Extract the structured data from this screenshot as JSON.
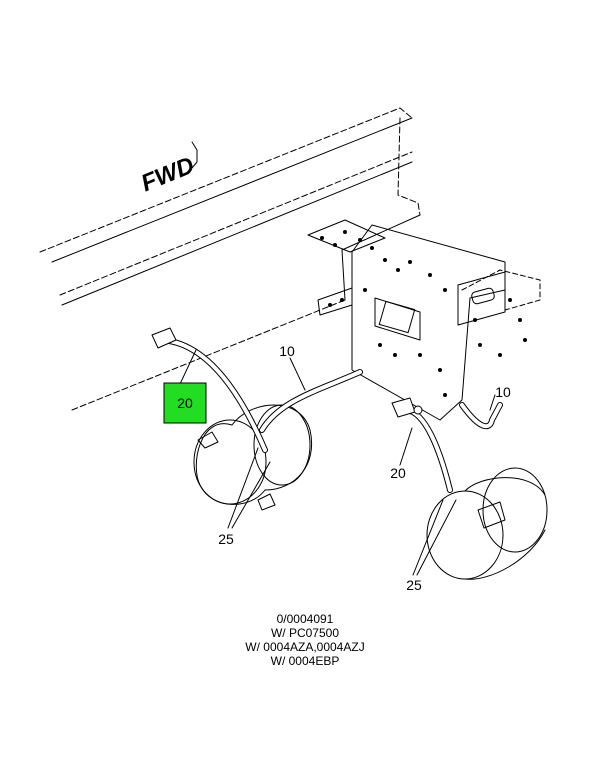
{
  "direction_label": "FWD",
  "highlight_color": "#22dd22",
  "callouts": {
    "hose_left": "20",
    "line_left": "10",
    "clamps_left": "25",
    "line_right": "10",
    "hose_right": "20",
    "clamps_right": "25"
  },
  "caption": {
    "line1": "0/0004091",
    "line2": "W/ PC07500",
    "line3": "W/ 0004AZA,0004AZJ",
    "line4": "W/ 0004EBP"
  }
}
